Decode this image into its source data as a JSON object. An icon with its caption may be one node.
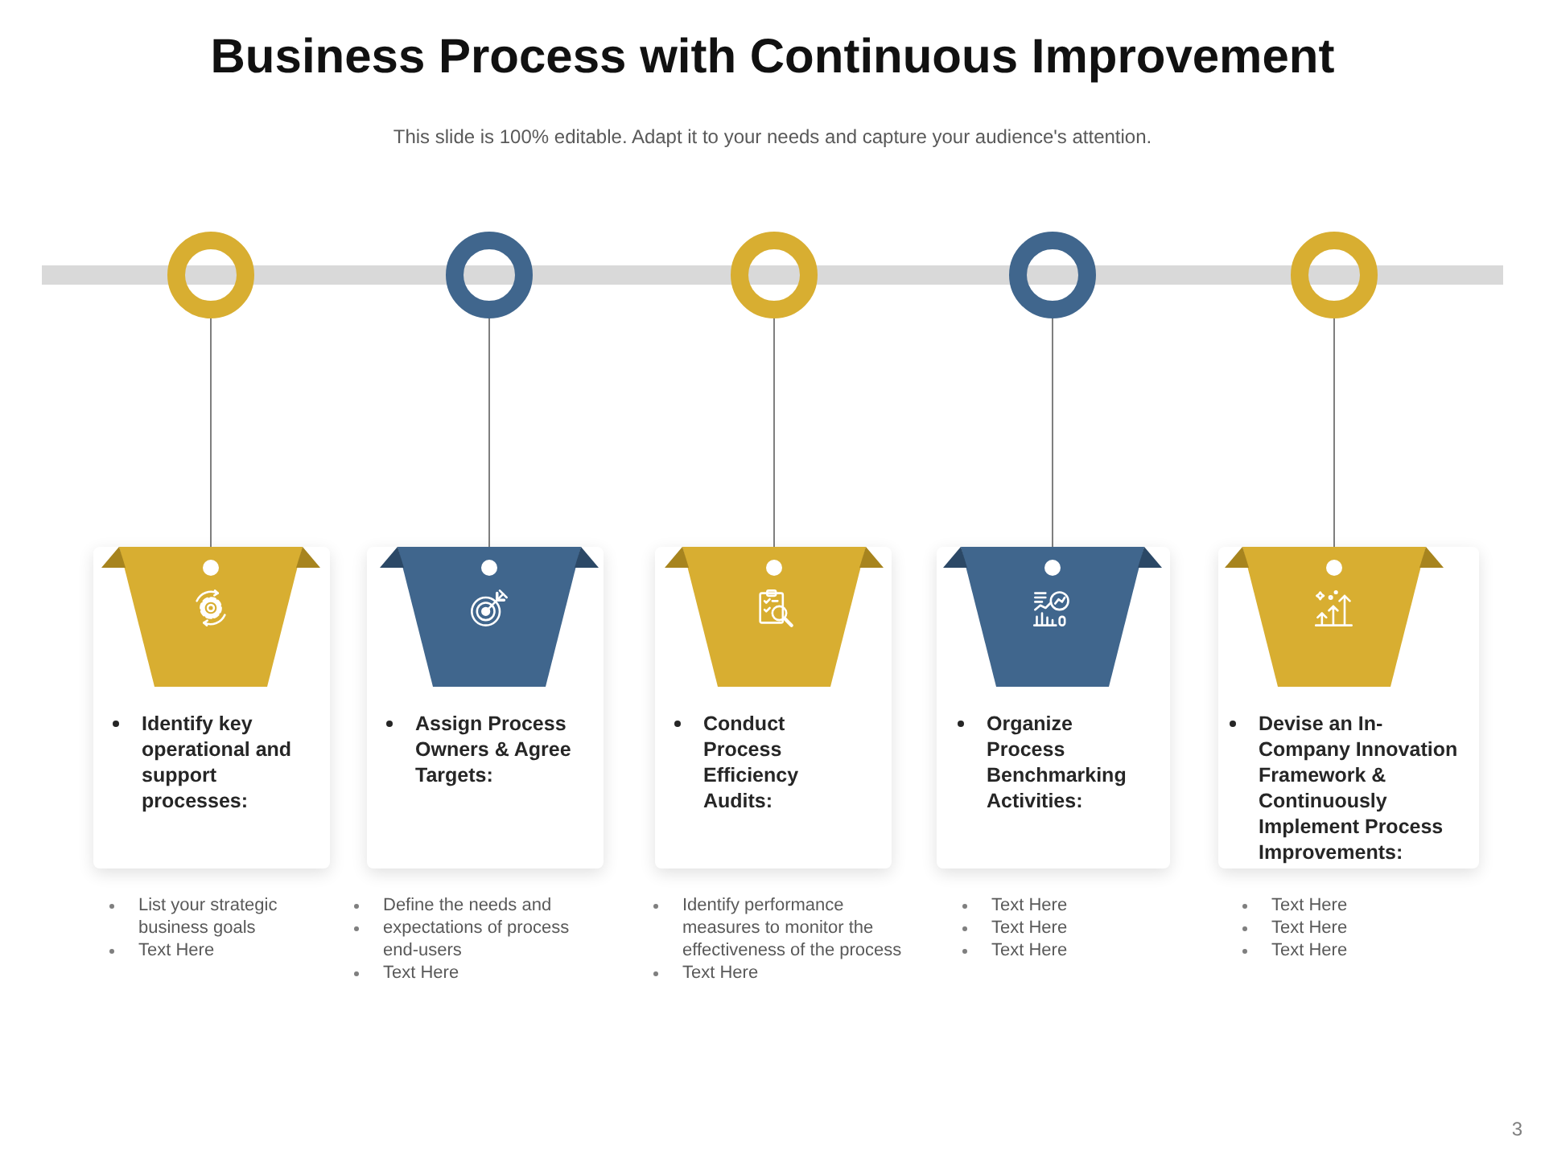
{
  "diagram": {
    "title": "Business Process with Continuous Improvement",
    "nodes": [
      {
        "text": [],
        "shape": "circle"
      },
      {
        "text": [
          "Identify key operational and support processes:"
        ],
        "beside": [
          "List your strategic business goals",
          "Text Here"
        ]
      },
      {
        "text": [],
        "shape": "trapezoid",
        "in": 1
      },
      {
        "text": [],
        "shape": "circle"
      },
      {
        "text": [
          "Assign Process Owners & Agree Targets:"
        ],
        "beside": [
          "Define the needs and",
          "expectations of process end-users",
          "Text Here"
        ]
      },
      {
        "text": [],
        "shape": "trapezoid",
        "in": 4
      },
      {
        "text": [],
        "shape": "circle"
      },
      {
        "text": [
          "Conduct Process Efficiency Audits:"
        ],
        "beside": [
          "Identify performance measures to monitor the effectiveness of the process",
          "Text Here"
        ]
      },
      {
        "text": [],
        "shape": "trapezoid",
        "in": 7
      },
      {
        "text": [],
        "shape": "circle"
      },
      {
        "text": [
          "Organize Process Benchmarking Activities:"
        ],
        "beside": [
          "Text Here",
          "Text Here",
          "Text Here"
        ]
      },
      {
        "text": [],
        "shape": "trapezoid",
        "in": 10
      },
      {
        "text": [],
        "shape": "circle"
      },
      {
        "text": [
          "Devise an In-Company Innovation Framework & Continuously Implement Process Improvements:"
        ],
        "beside": [
          "Text Here",
          "Text Here",
          "Text Here"
        ]
      },
      {
        "text": [],
        "shape": "trapezoid",
        "in": 13
      }
    ],
    "edges": [
      {
        "from": 0,
        "to": 2,
        "arrow": "none"
      },
      {
        "from": 3,
        "to": 5,
        "arrow": "none"
      },
      {
        "from": 6,
        "to": 8,
        "arrow": "none"
      },
      {
        "from": 9,
        "to": 11,
        "arrow": "none"
      },
      {
        "from": 12,
        "to": 14,
        "arrow": "none"
      }
    ],
    "labels": [
      "This slide is 100% editable. Adapt it to your needs and capture your audience's attention.",
      "3"
    ]
  }
}
